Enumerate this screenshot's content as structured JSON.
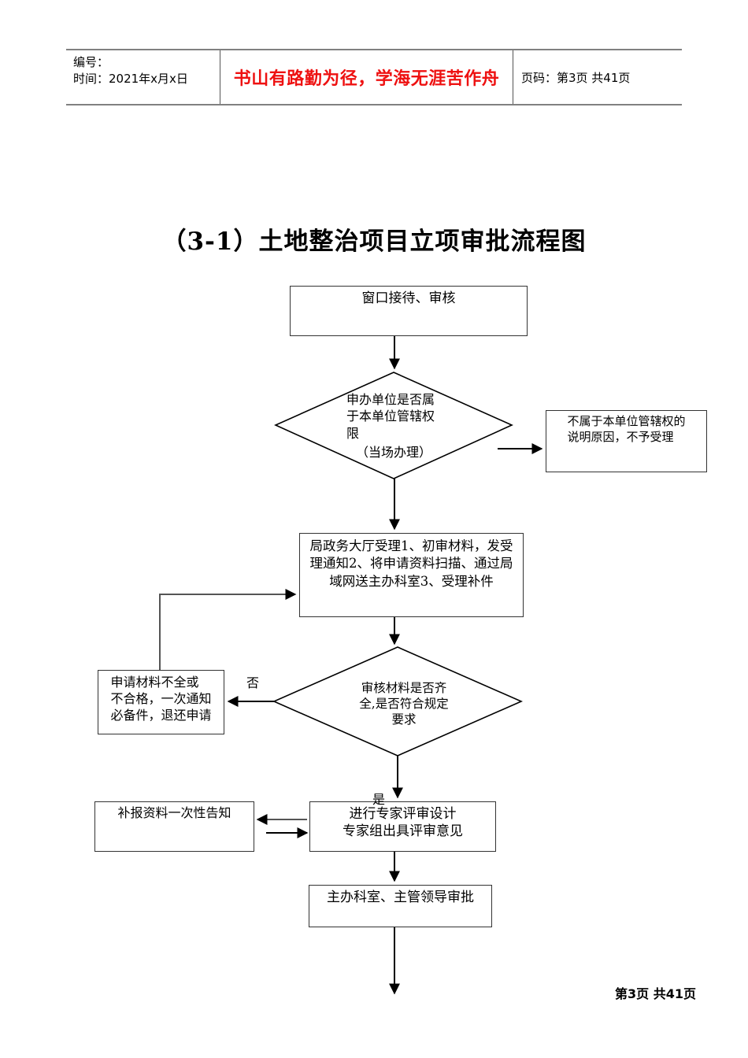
{
  "header": {
    "code_label": "编号：",
    "time_label": "时间：2021年x月x日",
    "slogan": "书山有路勤为径，学海无涯苦作舟",
    "slogan_color": "#ee1111",
    "page_indicator": "页码：第3页 共41页"
  },
  "title": "（3-1）土地整治项目立项审批流程图",
  "flowchart": {
    "nodes": {
      "window_reception": "窗口接待、审核",
      "jurisdiction_decision": "申办单位是否属\n于本单位管辖权\n限",
      "jurisdiction_decision_sub": "（当场办理）",
      "reject_notice": "不属于本单位管辖权的\n说明原因，不予受理",
      "hall_acceptance": "局政务大厅受理1、初审材料，发受\n理通知2、将申请资料扫描、通过局\n域网送主办科室3、受理补件",
      "material_check_decision": "审核材料是否齐\n全,是否符合规定\n要求",
      "incomplete_material": "申请材料不全或\n不合格，一次通知\n必备件，退还申请",
      "expert_review": "进行专家评审设计\n专家组出具评审意见",
      "supplement_notice": "补报资料一次性告知",
      "department_approval": "主办科室、主管领导审批"
    },
    "edge_labels": {
      "no": "否",
      "yes": "是"
    }
  },
  "footer": {
    "page_text": "第3页 共41页"
  }
}
